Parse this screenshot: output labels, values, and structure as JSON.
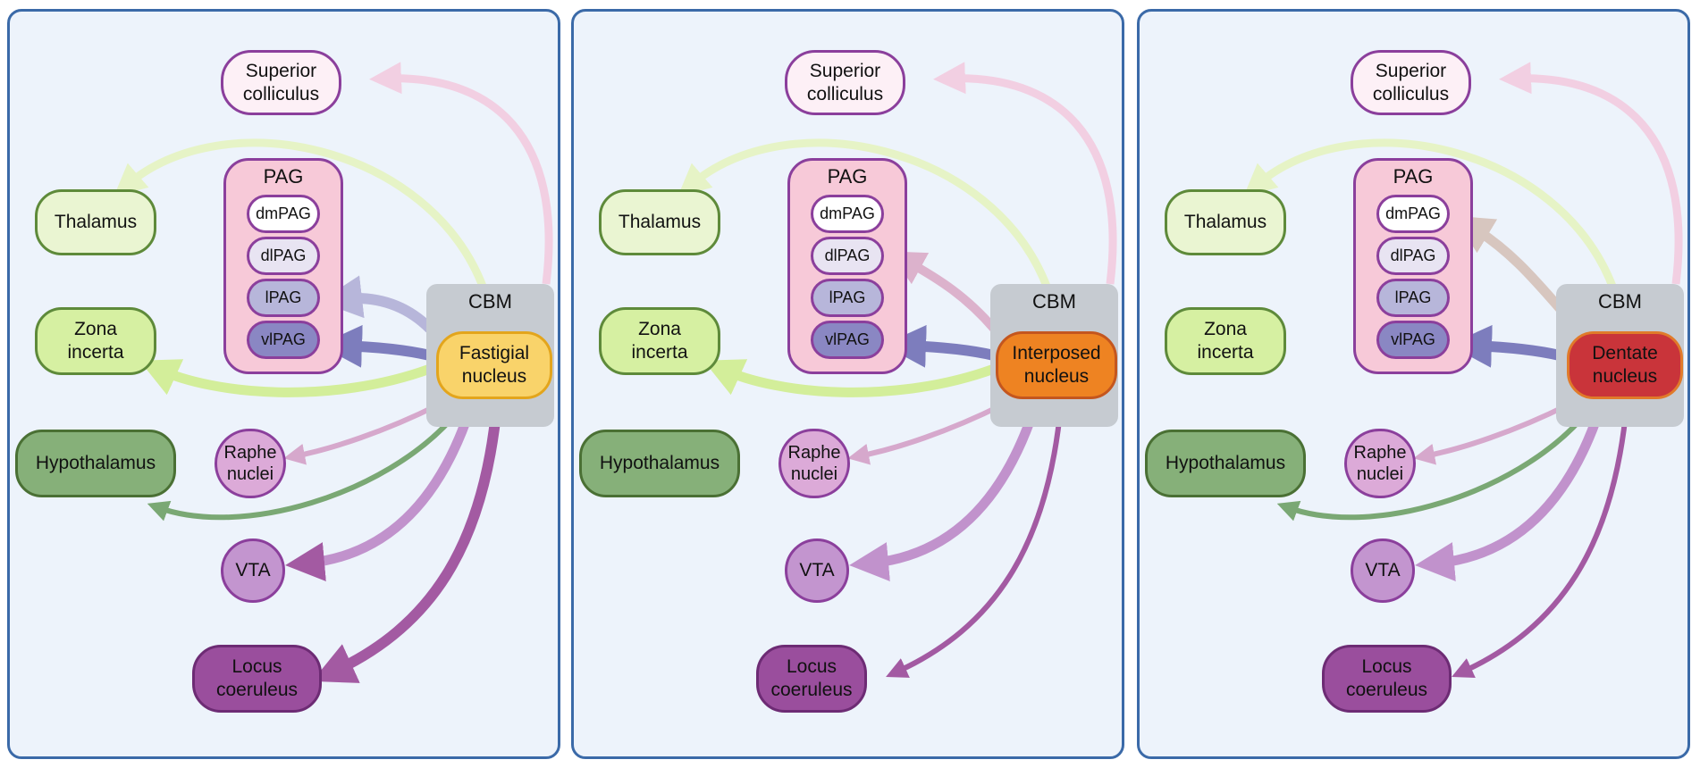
{
  "panels": [
    {
      "cbm_label": "CBM",
      "nucleus": {
        "label": "Fastigial\nnucleus",
        "fill": "#f9d36a",
        "border": "#e3a51c"
      },
      "nodes": {
        "superior_colliculus": "Superior\ncolliculus",
        "thalamus": "Thalamus",
        "zona_incerta": "Zona\nincerta",
        "hypothalamus": "Hypothalamus",
        "raphe_nuclei": "Raphe\nnuclei",
        "vta": "VTA",
        "locus_coeruleus": "Locus\ncoeruleus"
      },
      "pag": {
        "label": "PAG",
        "sub": [
          "dmPAG",
          "dlPAG",
          "lPAG",
          "vlPAG"
        ]
      }
    },
    {
      "cbm_label": "CBM",
      "nucleus": {
        "label": "Interposed\nnucleus",
        "fill": "#ee8322",
        "border": "#c4561e"
      },
      "nodes": {
        "superior_colliculus": "Superior\ncolliculus",
        "thalamus": "Thalamus",
        "zona_incerta": "Zona\nincerta",
        "hypothalamus": "Hypothalamus",
        "raphe_nuclei": "Raphe\nnuclei",
        "vta": "VTA",
        "locus_coeruleus": "Locus\ncoeruleus"
      },
      "pag": {
        "label": "PAG",
        "sub": [
          "dmPAG",
          "dlPAG",
          "lPAG",
          "vlPAG"
        ]
      }
    },
    {
      "cbm_label": "CBM",
      "nucleus": {
        "label": "Dentate\nnucleus",
        "fill": "#c9343a",
        "border": "#e07a2a"
      },
      "nodes": {
        "superior_colliculus": "Superior\ncolliculus",
        "thalamus": "Thalamus",
        "zona_incerta": "Zona\nincerta",
        "hypothalamus": "Hypothalamus",
        "raphe_nuclei": "Raphe\nnuclei",
        "vta": "VTA",
        "locus_coeruleus": "Locus\ncoeruleus"
      },
      "pag": {
        "label": "PAG",
        "sub": [
          "dmPAG",
          "dlPAG",
          "lPAG",
          "vlPAG"
        ]
      }
    }
  ]
}
